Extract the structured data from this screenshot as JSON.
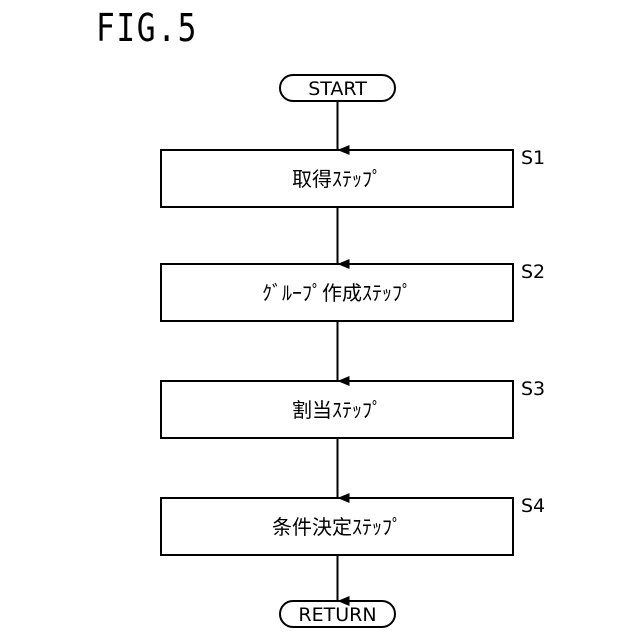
{
  "figure": {
    "title": "FIG.5"
  },
  "flow": {
    "start": "START",
    "end": "RETURN",
    "steps": [
      {
        "id": "S1",
        "text": "取得ｽﾃｯﾌﾟ"
      },
      {
        "id": "S2",
        "text": "ｸﾞﾙｰﾌﾟ作成ｽﾃｯﾌﾟ"
      },
      {
        "id": "S3",
        "text": "割当ｽﾃｯﾌﾟ"
      },
      {
        "id": "S4",
        "text": "条件決定ｽﾃｯﾌﾟ"
      }
    ]
  }
}
